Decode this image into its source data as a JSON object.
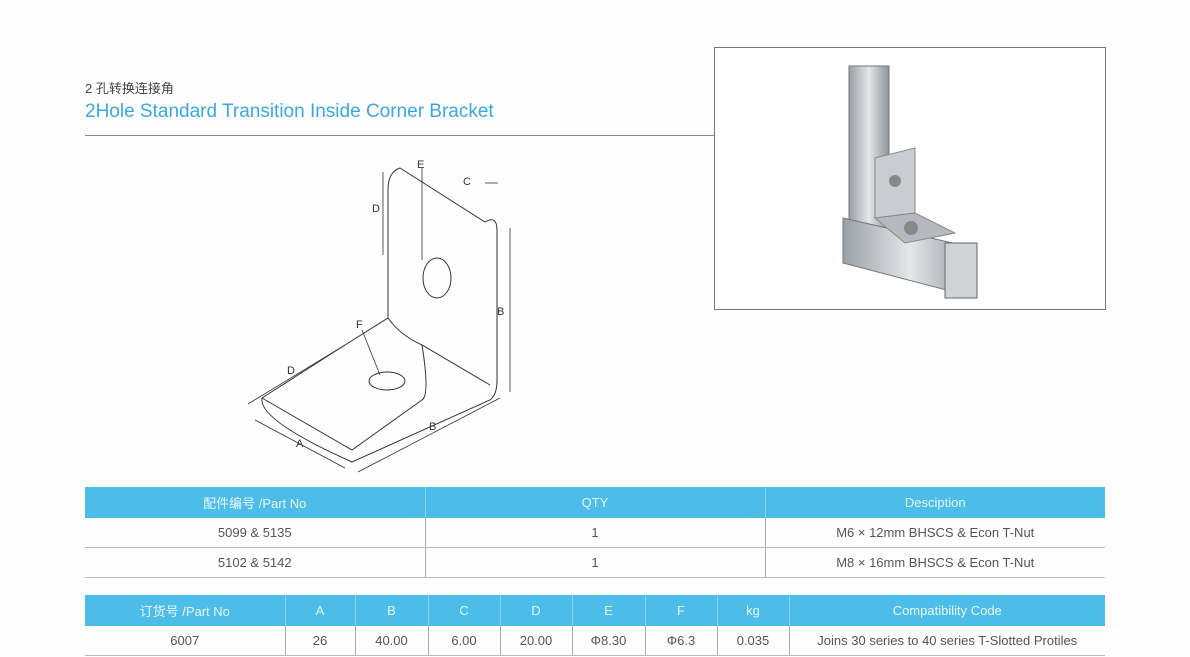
{
  "title_cn": "2 孔转换连接角",
  "title_en": "2Hole Standard Transition  Inside Corner Bracket",
  "drawing_labels": {
    "A1": "A",
    "B1": "B",
    "B2": "B",
    "C": "C",
    "D1": "D",
    "D2": "D",
    "E": "E",
    "F": "F"
  },
  "table1": {
    "headers": [
      "配件编号 /Part No",
      "QTY",
      "Desciption"
    ],
    "rows": [
      [
        "5099 & 5135",
        "1",
        "M6 × 12mm BHSCS & Econ T-Nut"
      ],
      [
        "5102 & 5142",
        "1",
        "M8 × 16mm BHSCS & Econ T-Nut"
      ]
    ]
  },
  "table2": {
    "headers": [
      "订货号 /Part No",
      "A",
      "B",
      "C",
      "D",
      "E",
      "F",
      "kg",
      "Compatibility Code"
    ],
    "rows": [
      [
        "6007",
        "26",
        "40.00",
        "6.00",
        "20.00",
        "Φ8.30",
        "Φ6.3",
        "0.035",
        "Joins 30 series to 40 series T-Slotted Protiles"
      ]
    ]
  },
  "colors": {
    "header_bg": "#4bbde8",
    "title": "#3aa8e0"
  }
}
